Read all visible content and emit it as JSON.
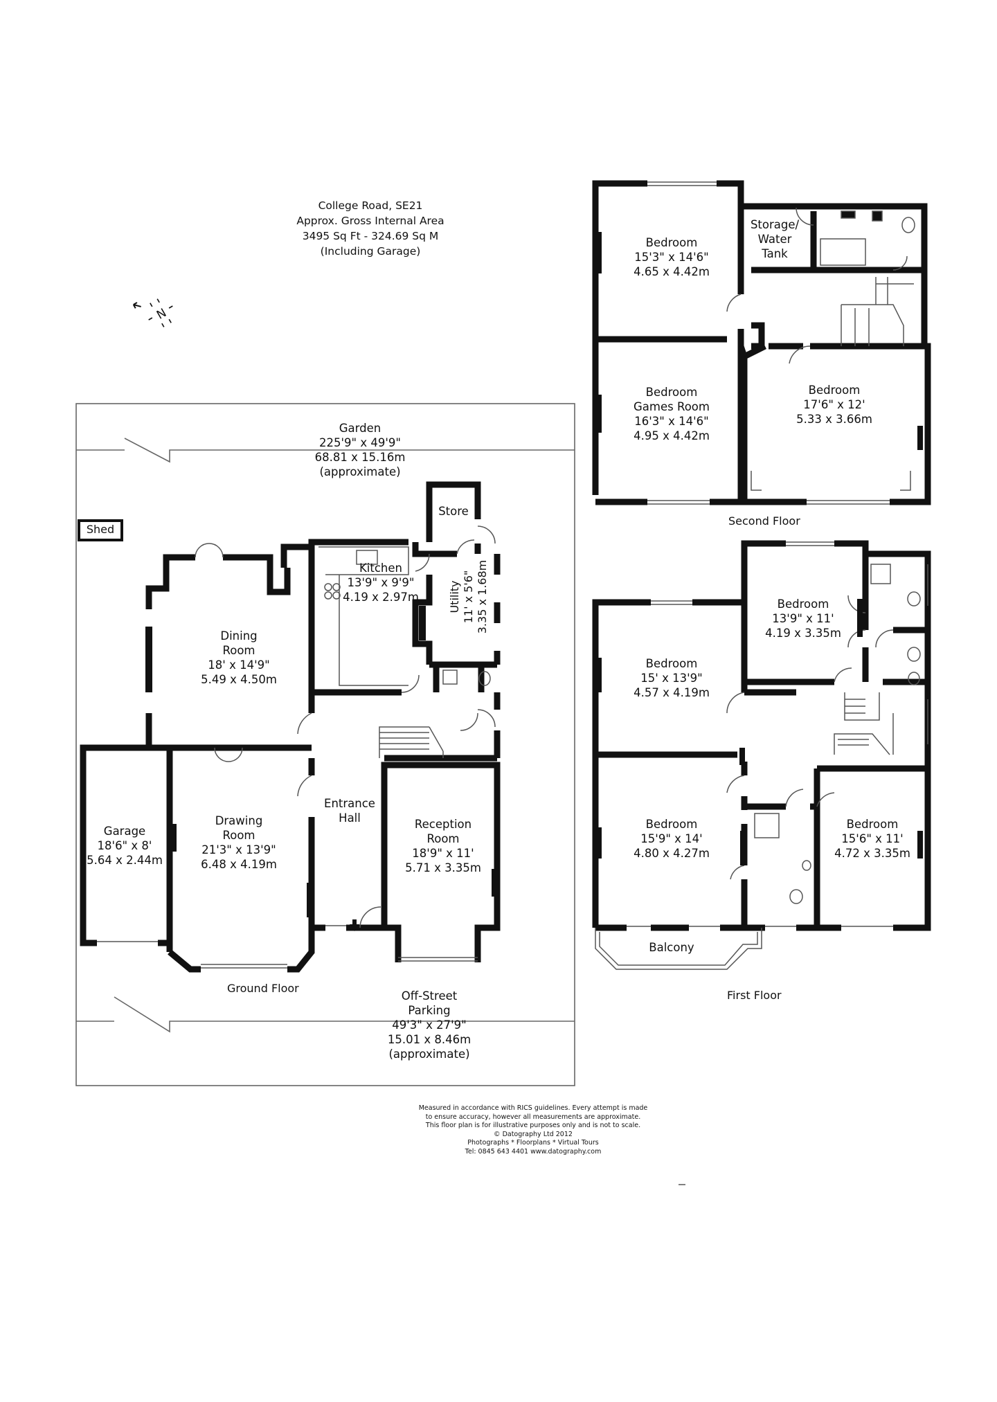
{
  "header": {
    "lines": [
      "College Road, SE21",
      "Approx. Gross Internal Area",
      "3495 Sq Ft  -  324.69 Sq M",
      "(Including Garage)"
    ]
  },
  "compass": {
    "icon": "north-arrow-icon",
    "letter": "N"
  },
  "floors": {
    "ground": "Ground Floor",
    "first": "First Floor",
    "second": "Second Floor"
  },
  "rooms": {
    "garden": [
      "Garden",
      "225'9\" x 49'9\"",
      "68.81 x 15.16m",
      "(approximate)"
    ],
    "shed": "Shed",
    "store": "Store",
    "kitchen": [
      "Kitchen",
      "13'9\" x 9'9\"",
      "4.19 x 2.97m"
    ],
    "utility": [
      "Utility",
      "11' x 5'6\"",
      "3.35 x 1.68m"
    ],
    "dining": [
      "Dining",
      "Room",
      "18' x 14'9\"",
      "5.49 x 4.50m"
    ],
    "drawing": [
      "Drawing",
      "Room",
      "21'3\" x 13'9\"",
      "6.48 x 4.19m"
    ],
    "garage": [
      "Garage",
      "18'6\" x 8'",
      "5.64 x 2.44m"
    ],
    "entrance": [
      "Entrance",
      "Hall"
    ],
    "reception": [
      "Reception",
      "Room",
      "18'9\" x 11'",
      "5.71 x 3.35m"
    ],
    "parking": [
      "Off-Street",
      "Parking",
      "49'3\" x 27'9\"",
      "15.01 x 8.46m",
      "(approximate)"
    ],
    "s_bed1": [
      "Bedroom",
      "15'3\" x 14'6\"",
      "4.65 x 4.42m"
    ],
    "s_storage": [
      "Storage/",
      "Water",
      "Tank"
    ],
    "s_games": [
      "Bedroom",
      "Games Room",
      "16'3\" x 14'6\"",
      "4.95 x 4.42m"
    ],
    "s_bed2": [
      "Bedroom",
      "17'6\" x 12'",
      "5.33 x 3.66m"
    ],
    "f_bed_a": [
      "Bedroom",
      "13'9\" x 11'",
      "4.19 x 3.35m"
    ],
    "f_bed_b": [
      "Bedroom",
      "15' x 13'9\"",
      "4.57 x 4.19m"
    ],
    "f_bed_c": [
      "Bedroom",
      "15'9\" x 14'",
      "4.80 x 4.27m"
    ],
    "f_bed_d": [
      "Bedroom",
      "15'6\" x 11'",
      "4.72 x 3.35m"
    ],
    "balcony": "Balcony"
  },
  "footer": {
    "lines": [
      "Measured in accordance with RICS guidelines. Every attempt is made",
      "to ensure accuracy, however all measurements are approximate.",
      "This floor plan is for illustrative purposes only and is not to scale.",
      "© Datography Ltd 2012",
      "Photographs * Floorplans * Virtual Tours",
      "Tel: 0845 643 4401 www.datography.com"
    ]
  },
  "colors": {
    "wall": "#111111",
    "line": "#555555",
    "background": "#ffffff"
  }
}
